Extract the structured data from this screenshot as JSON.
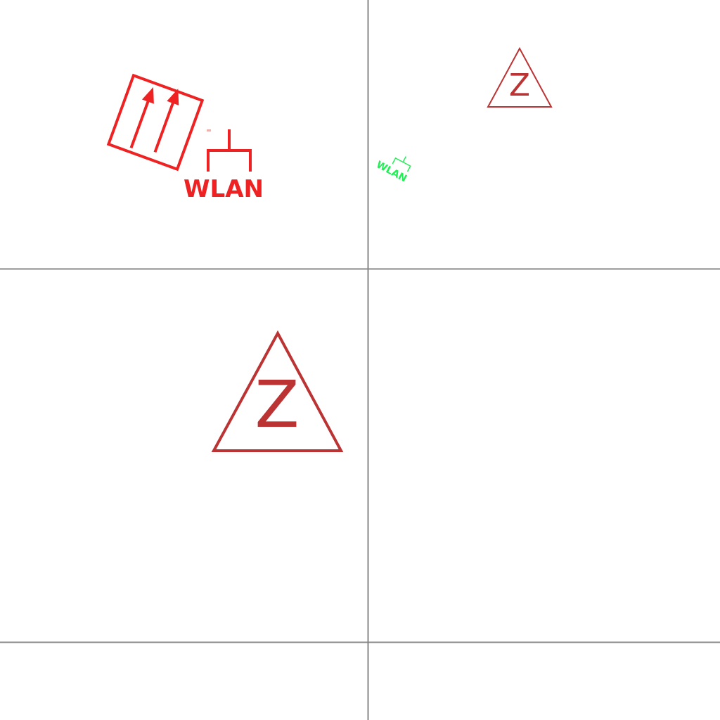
{
  "symbols": {
    "direction_arrows": {
      "name": "double-arrow-sign",
      "color": "#ee2222"
    },
    "wlan_large": {
      "label": "WLAN",
      "color": "#ee2222"
    },
    "wlan_small": {
      "label": "WLAN",
      "color": "#22ee55"
    },
    "triangle_small": {
      "label": "Z",
      "color": "#bb3333"
    },
    "triangle_large": {
      "label": "Z",
      "color": "#bb3333"
    }
  },
  "grid": {
    "line_color": "#888888"
  }
}
